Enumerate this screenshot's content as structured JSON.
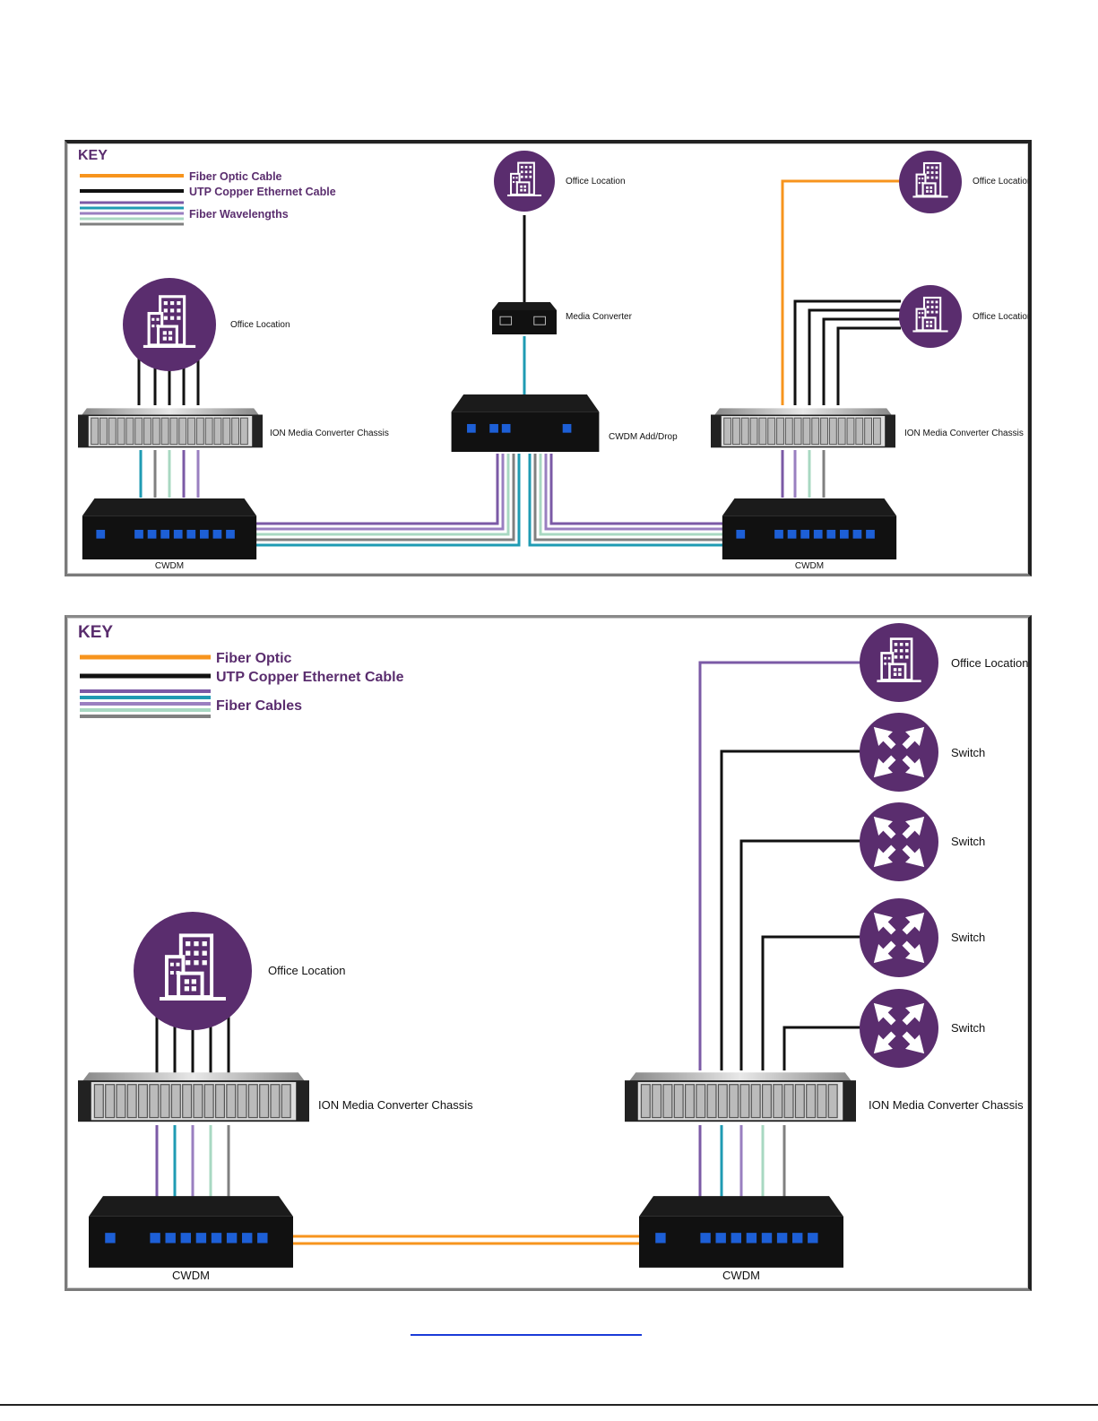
{
  "colors": {
    "fiber_optic": "#f7941d",
    "copper": "#111111",
    "purple": "#5a2d6e",
    "wavelengths": [
      "#7b5aa6",
      "#1f9bb3",
      "#9a7fc0",
      "#a8d8c2",
      "#808080"
    ]
  },
  "diagram1": {
    "key_title": "KEY",
    "key_items": [
      "Fiber Optic Cable",
      "UTP Copper Ethernet Cable",
      "Fiber Wavelengths"
    ],
    "labels": {
      "office_top": "Office Location",
      "office_right_top": "Office Location",
      "office_right_mid": "Office Location",
      "office_left": "Office Location",
      "media_converter": "Media Converter",
      "cwdm_add_drop": "CWDM Add/Drop",
      "chassis_left": "ION Media Converter Chassis",
      "chassis_right": "ION Media Converter Chassis",
      "cwdm_left": "CWDM",
      "cwdm_right": "CWDM"
    }
  },
  "diagram2": {
    "key_title": "KEY",
    "key_items": [
      "Fiber Optic",
      "UTP Copper Ethernet Cable",
      "Fiber Cables"
    ],
    "labels": {
      "office_right": "Office Location",
      "switch_1": "Switch",
      "switch_2": "Switch",
      "switch_3": "Switch",
      "switch_4": "Switch",
      "office_left": "Office Location",
      "chassis_left": "ION Media Converter Chassis",
      "chassis_right": "ION Media Converter Chassis",
      "cwdm_left": "CWDM",
      "cwdm_right": "CWDM"
    }
  },
  "icons": [
    "building-icon",
    "switch-icon",
    "chassis-icon",
    "cwdm-icon",
    "media-converter-icon"
  ]
}
